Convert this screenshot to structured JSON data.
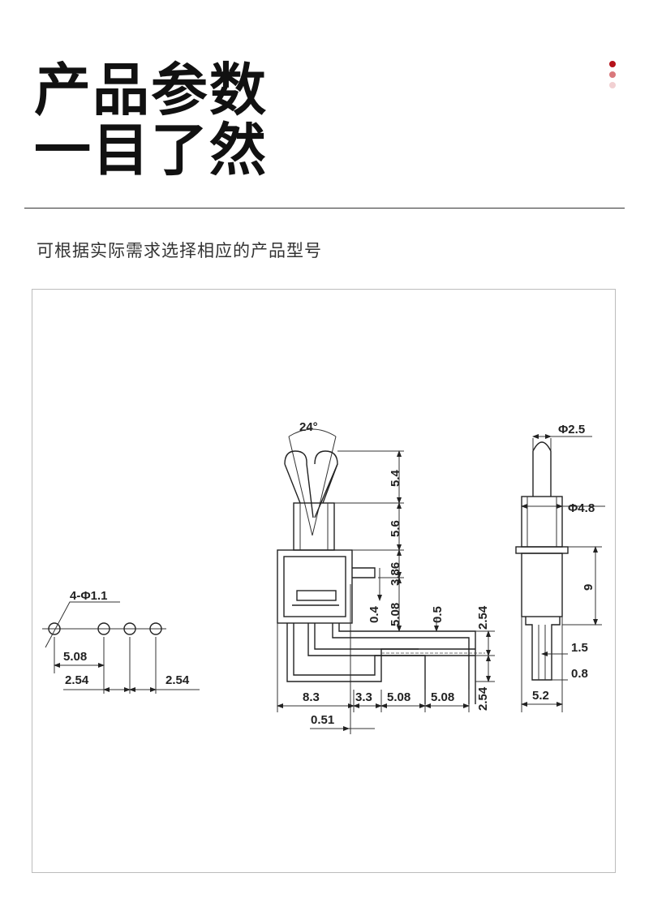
{
  "header": {
    "title_line1": "产品参数",
    "title_line2": "一目了然",
    "subtitle": "可根据实际需求选择相应的产品型号"
  },
  "colors": {
    "accent": "#b5121b",
    "accent_mid": "#d9787c",
    "accent_light": "#f1d0d2"
  },
  "diagram": {
    "pcb_labels": {
      "hole_spec": "4-Φ1.1",
      "pitch_top": "5.08",
      "pitch_left": "2.54",
      "pitch_right": "2.54"
    },
    "front_labels": {
      "angle": "24°",
      "d_5_4": "5.4",
      "d_5_6": "5.6",
      "d_3_86": "3.86",
      "d_0_4": "0.4",
      "d_5_08_v": "5.08",
      "d_0_5": "0.5",
      "d_2_54_top": "2.54",
      "d_8_3": "8.3",
      "d_3_3": "3.3",
      "d_5_08_a": "5.08",
      "d_5_08_b": "5.08",
      "d_2_54_bottom": "2.54",
      "d_0_51": "0.51"
    },
    "side_labels": {
      "d_phi_2_5": "Φ2.5",
      "d_phi_4_8": "Φ4.8",
      "d_9": "9",
      "d_1_5": "1.5",
      "d_0_8": "0.8",
      "d_5_2": "5.2"
    }
  }
}
